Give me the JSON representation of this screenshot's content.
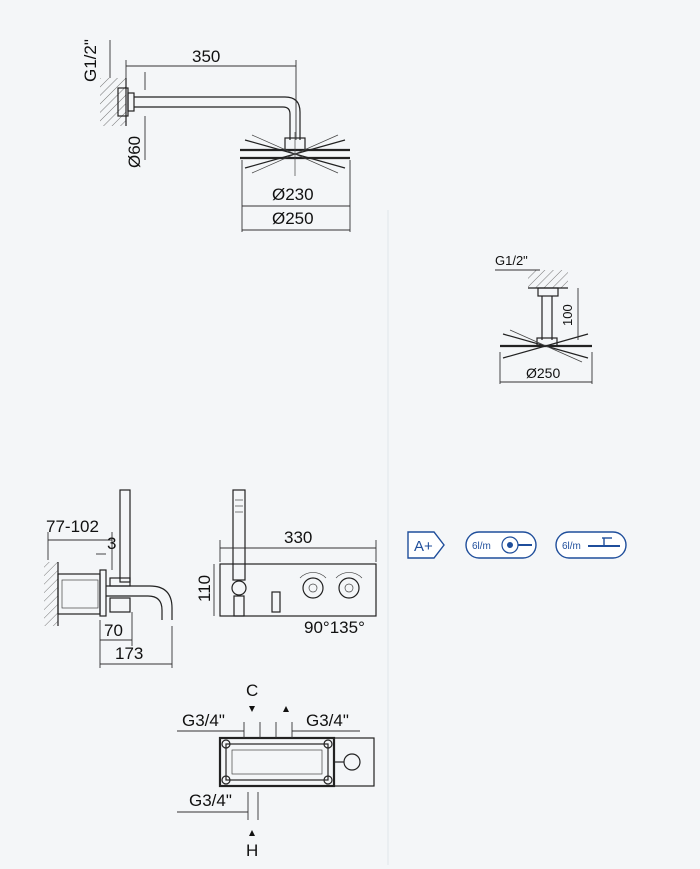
{
  "drawing_1": {
    "connection": "G1/2\"",
    "arm_length": "350",
    "flange_diameter": "Ø60",
    "head_diameter_inner": "Ø230",
    "head_diameter_outer": "Ø250"
  },
  "drawing_2": {
    "connection": "G1/2\"",
    "arm_length": "100",
    "head_diameter": "Ø250"
  },
  "drawing_3": {
    "wall_depth": "77-102",
    "offset": "3",
    "spout_depth_1": "70",
    "spout_depth_2": "173"
  },
  "drawing_4": {
    "width": "330",
    "height": "110",
    "rotation": "90°135°"
  },
  "drawing_5": {
    "label_c": "C",
    "label_h": "H",
    "inlet_left": "G3/4\"",
    "inlet_right": "G3/4\"",
    "outlet": "G3/4\""
  },
  "badges": {
    "energy_class": "A+",
    "flow_hand": "6l/m",
    "flow_head": "6l/m",
    "accent": "#1f4e9b"
  }
}
